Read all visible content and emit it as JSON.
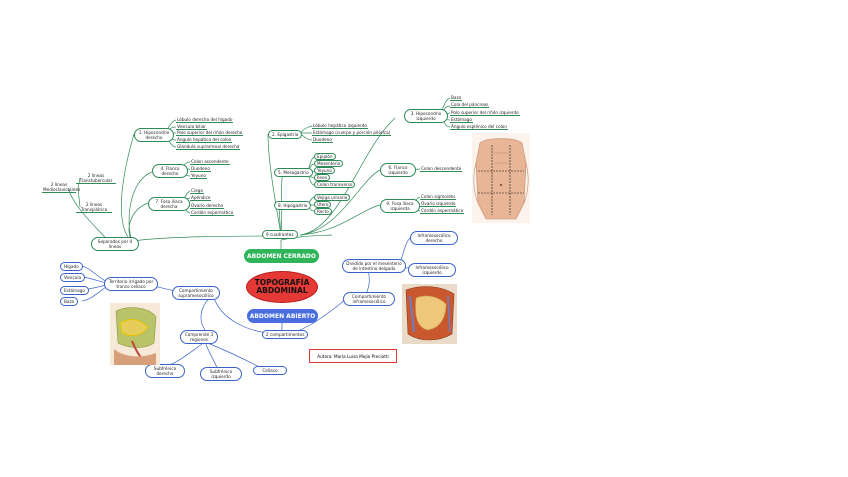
{
  "center": {
    "title": "TOPOGRAFÍA ABDOMINAL"
  },
  "banners": {
    "closed": "ABDOMEN CERRADO",
    "open": "ABDOMEN ABIERTO"
  },
  "author": "Autora: María Luisa Mejía Preciotti",
  "closed": {
    "cuadrantes": "9 cuadrantes",
    "separados": "Separados por 4 líneas",
    "lineas": [
      "2 líneas Medioclaviculares",
      "2 líneas Transtubercular",
      "2 líneas Transpilórica"
    ],
    "hipocondrio_der": {
      "label": "1. Hipocondrio derecho",
      "items": [
        "Lóbulo derecho del hígado",
        "Vesícula biliar",
        "Polo superior del riñón derecho",
        "Ángulo hepático del colon",
        "Glándula suprarrenal derecha"
      ]
    },
    "flanco_der": {
      "label": "4. Flanco derecho",
      "items": [
        "Colon ascendente",
        "Duodeno",
        "Yeyuno"
      ]
    },
    "fosa_der": {
      "label": "7. Fosa iliaca derecha",
      "items": [
        "Ciego",
        "Apéndice",
        "Ovario derecho",
        "Cordón espermático"
      ]
    },
    "epigastrio": {
      "label": "2. Epigastrio",
      "items": [
        "Lóbulo hepático izquierdo",
        "Estómago (cuerpo y porción pilórica)",
        "Duodeno"
      ]
    },
    "mesogastrio": {
      "label": "5. Mesogastrio",
      "items": [
        "Epiplón",
        "Mesenterio",
        "Yeyuno",
        "Íleon",
        "Colon transverso"
      ]
    },
    "hipogastrio": {
      "label": "8. Hipogastrio",
      "items": [
        "Vejiga urinaria",
        "Útero",
        "Recto"
      ]
    },
    "hipocondrio_izq": {
      "label": "3. Hipocondrio izquierdo",
      "items": [
        "Bazo",
        "Cola del páncreas",
        "Polo superior del riñón izquierdo",
        "Estómago",
        "Ángulo esplénico del colon"
      ]
    },
    "flanco_izq": {
      "label": "6. Flanco izquierdo",
      "items": [
        "Colon descendente"
      ]
    },
    "fosa_izq": {
      "label": "9. Fosa iliaca izquierda",
      "items": [
        "Colon sigmoides",
        "Ovario izquierdo",
        "Cordón espermático"
      ]
    }
  },
  "open": {
    "compartimentos": "2 compartimentos",
    "supra": {
      "label": "Compartimiento supramesocólico",
      "territorio": "Territorio irrigado por tronco celíaco",
      "items": [
        "Hígado",
        "Vesícula",
        "Estómago",
        "Bazo"
      ],
      "comprende": "Comprende 3 regiones",
      "regiones": [
        "Subfrénico derecho",
        "Subfrénico izquierdo",
        "Celíaco"
      ]
    },
    "infra": {
      "label": "Compartimiento inframesocólico",
      "dividido": "Dividido por el mesenterio de intestino delgado",
      "items": [
        "Inframesocólico derecho",
        "Inframesocólico izquierdo"
      ]
    }
  },
  "colors": {
    "accent_red": "#e53935",
    "accent_green": "#2fb45a",
    "accent_blue": "#4a6ee0",
    "line_green": "#2e8b57",
    "line_blue": "#3a63c9"
  }
}
